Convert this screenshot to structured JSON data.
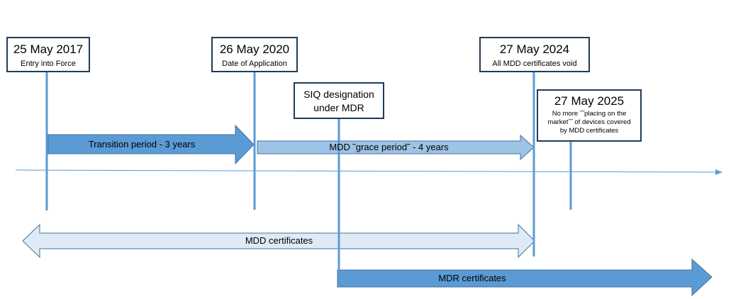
{
  "milestones": [
    {
      "date": "25 May 2017",
      "caption": "Entry into Force"
    },
    {
      "date": "26 May 2020",
      "caption": "Date of Application"
    },
    {
      "date": "27 May 2024",
      "caption": "All MDD certificates void"
    },
    {
      "date": "27 May 2025",
      "caption_lines": [
        "No more ˝˝placing on the",
        "market˝˝ of devices covered",
        "by MDD certificates"
      ]
    }
  ],
  "siq": {
    "lines": [
      "SIQ designation",
      "under MDR"
    ]
  },
  "periods": {
    "transition": "Transition period - 3 years",
    "grace": "MDD ˜grace period˜ - 4 years",
    "mdd_certificates": "MDD certificates",
    "mdr_certificates": "MDR certificates"
  },
  "colors": {
    "transition_fill": "#5b9bd5",
    "grace_fill": "#9dc3e6",
    "mdd_fill": "#deebf7",
    "mdr_fill": "#5b9bd5",
    "arrow_stroke": "#41719c",
    "vline": "#5b9bd5",
    "box_border": "#1f3b5a"
  }
}
